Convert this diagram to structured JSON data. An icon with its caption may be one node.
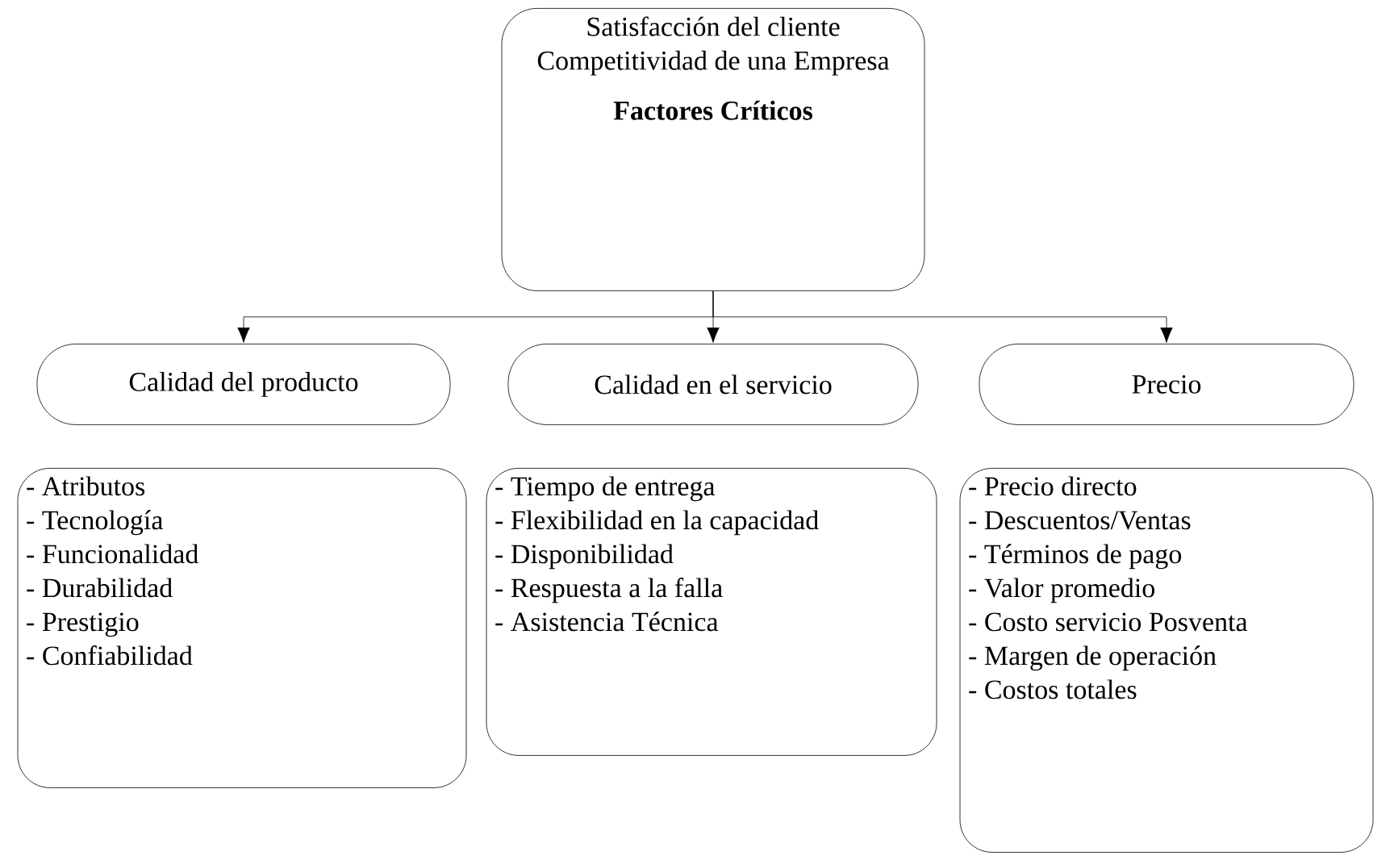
{
  "diagram": {
    "nodes": [
      {
        "text": [
          "Satisfacción del cliente Competitividad de una Empresa",
          "Factores Críticos"
        ]
      },
      {
        "text": [
          "Calidad del producto"
        ]
      },
      {
        "text": [
          "Calidad en el servicio"
        ]
      },
      {
        "text": [
          "Precio"
        ]
      },
      {
        "text": [
          "- Atributos",
          "- Tecnología",
          "- Funcionalidad",
          "- Durabilidad",
          "- Prestigio",
          "- Confiabilidad"
        ]
      },
      {
        "text": [
          "- Tiempo de entrega",
          "- Flexibilidad en la capacidad",
          "- Disponibilidad",
          "- Respuesta a la falla",
          "- Asistencia Técnica"
        ]
      },
      {
        "text": [
          "- Precio directo",
          "- Descuentos/Ventas",
          "- Términos de pago",
          "- Valor promedio",
          "- Costo servicio Posventa",
          "- Margen de operación",
          "- Costos totales"
        ]
      }
    ],
    "edges": [
      {
        "from": 0,
        "to": 1,
        "arrow": "to"
      },
      {
        "from": 0,
        "to": 2,
        "arrow": "to"
      },
      {
        "from": 0,
        "to": 3,
        "arrow": "to"
      }
    ]
  }
}
